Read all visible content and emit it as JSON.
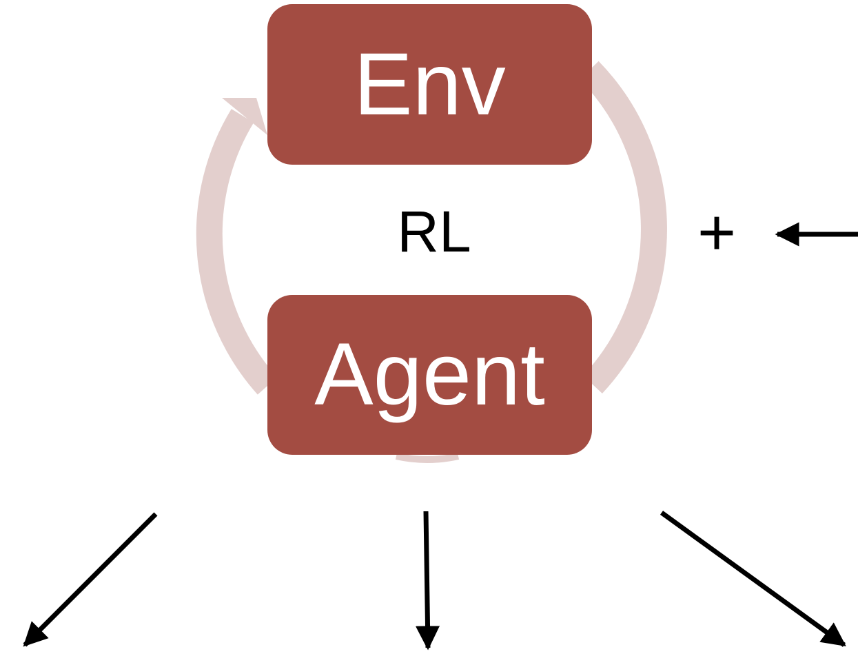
{
  "diagram": {
    "env_label": "Env",
    "agent_label": "Agent",
    "center_label": "RL",
    "plus_symbol": "+"
  },
  "colors": {
    "box_fill": "#a34c42",
    "cycle_arrow": "#e3cfcd",
    "box_text": "#ffffff",
    "arrow": "#000000"
  },
  "icons": {
    "cycle": "circular-cycle-arrow",
    "incoming": "left-arrow",
    "outgoing": [
      "down-left-arrow",
      "down-arrow",
      "down-right-arrow"
    ]
  }
}
